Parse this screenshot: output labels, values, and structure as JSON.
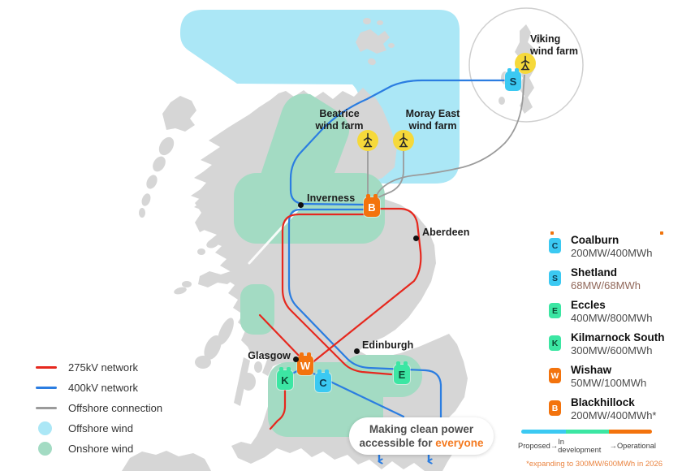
{
  "colors": {
    "network_275kv": "#e6281e",
    "network_400kv": "#2b7de1",
    "offshore_connection": "#9b9b9b",
    "offshore_wind_fill": "#abe7f6",
    "onshore_wind_fill": "#a3dbc3",
    "land_fill": "#d6d6d6",
    "status_proposed": "#3bc9f2",
    "status_in_development": "#3ce6a3",
    "status_operational": "#f3730d",
    "wind_farm_icon_fill": "#f6d93a",
    "highlight_orange": "#f47a20"
  },
  "map": {
    "cities": [
      {
        "name": "Inverness"
      },
      {
        "name": "Aberdeen"
      },
      {
        "name": "Glasgow"
      },
      {
        "name": "Edinburgh"
      }
    ],
    "wind_farms": [
      {
        "line1": "Beatrice",
        "line2": "wind farm"
      },
      {
        "line1": "Moray East",
        "line2": "wind farm"
      },
      {
        "line1": "Viking",
        "line2": "wind farm"
      }
    ],
    "markers": [
      {
        "letter": "S"
      },
      {
        "letter": "B"
      },
      {
        "letter": "W"
      },
      {
        "letter": "K"
      },
      {
        "letter": "C"
      },
      {
        "letter": "E"
      }
    ],
    "callout": {
      "line1": "Making clean power",
      "line2_prefix": "accessible for ",
      "line2_highlight": "everyone"
    }
  },
  "legend": {
    "items": [
      {
        "label": "275kV network"
      },
      {
        "label": "400kV network"
      },
      {
        "label": "Offshore connection"
      },
      {
        "label": "Offshore wind"
      },
      {
        "label": "Onshore wind"
      }
    ]
  },
  "sites": {
    "items": [
      {
        "letter": "C",
        "name": "Coalburn",
        "capacity": "200MW/400MWh"
      },
      {
        "letter": "S",
        "name": "Shetland",
        "capacity": "68MW/68MWh"
      },
      {
        "letter": "E",
        "name": "Eccles",
        "capacity": "400MW/800MWh"
      },
      {
        "letter": "K",
        "name": "Kilmarnock South",
        "capacity": "300MW/600MWh"
      },
      {
        "letter": "W",
        "name": "Wishaw",
        "capacity": "50MW/100MWh"
      },
      {
        "letter": "B",
        "name": "Blackhillock",
        "capacity": "200MW/400MWh*"
      }
    ]
  },
  "status_bar": {
    "labels": [
      "Proposed",
      "In development",
      "Operational"
    ],
    "arrow": "→"
  },
  "footnote": "*expanding to 300MW/600MWh in 2026"
}
